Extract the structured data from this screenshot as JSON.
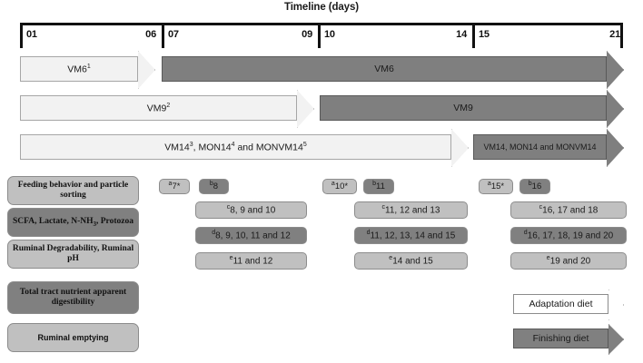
{
  "title": "Timeline (days)",
  "axis": {
    "segments": [
      {
        "start": "01",
        "end": "06"
      },
      {
        "start": "07",
        "end": "09"
      },
      {
        "start": "10",
        "end": "14"
      },
      {
        "start": "15",
        "end": "21"
      }
    ]
  },
  "diet_rows": [
    {
      "adaptation_label": "VM6",
      "adaptation_sup": "1",
      "finishing_label": "VM6",
      "finishing_sup": ""
    },
    {
      "adaptation_label": "VM9",
      "adaptation_sup": "2",
      "finishing_label": "VM9",
      "finishing_sup": ""
    },
    {
      "adaptation_prefix": "VM14",
      "adaptation_sup1": "3",
      "adaptation_mid": ", MON14",
      "adaptation_sup2": "4",
      "adaptation_mid2": " and MONVM14",
      "adaptation_sup3": "5",
      "finishing_label": "VM14, MON14 and MONVM14"
    }
  ],
  "measurements": [
    {
      "label": "Feeding behavior and particle sorting",
      "shade": "light",
      "font": "serif"
    },
    {
      "label_pre": "SCFA, Lactate, N-NH",
      "label_sub": "3",
      "label_post": ", Protozoa",
      "shade": "dark",
      "font": "serif"
    },
    {
      "label": "Ruminal Degradability, Ruminal pH",
      "shade": "light",
      "font": "serif"
    },
    {
      "label": "Total tract nutrient apparent digestibility",
      "shade": "dark",
      "font": "serif"
    },
    {
      "label": "Ruminal emptying",
      "shade": "light",
      "font": "sans"
    }
  ],
  "day_pills": {
    "period1": {
      "a": {
        "sup": "a",
        "text": "7*",
        "shade": "light"
      },
      "b": {
        "sup": "b",
        "text": "8",
        "shade": "dark"
      },
      "c": {
        "sup": "c",
        "text": "8, 9 and 10",
        "shade": "light"
      },
      "d": {
        "sup": "d",
        "text": "8, 9, 10, 11 and 12",
        "shade": "dark"
      },
      "e": {
        "sup": "e",
        "text": "11 and 12",
        "shade": "light"
      }
    },
    "period2": {
      "a": {
        "sup": "a",
        "text": "10*",
        "shade": "light"
      },
      "b": {
        "sup": "b",
        "text": "11",
        "shade": "dark"
      },
      "c": {
        "sup": "c",
        "text": "11, 12 and 13",
        "shade": "light"
      },
      "d": {
        "sup": "d",
        "text": "11, 12, 13, 14 and 15",
        "shade": "dark"
      },
      "e": {
        "sup": "e",
        "text": "14 and 15",
        "shade": "light"
      }
    },
    "period3": {
      "a": {
        "sup": "a",
        "text": "15*",
        "shade": "light"
      },
      "b": {
        "sup": "b",
        "text": "16",
        "shade": "dark"
      },
      "c": {
        "sup": "c",
        "text": "16, 17 and 18",
        "shade": "light"
      },
      "d": {
        "sup": "d",
        "text": "16, 17, 18, 19 and 20",
        "shade": "dark"
      },
      "e": {
        "sup": "e",
        "text": "19 and 20",
        "shade": "light"
      }
    }
  },
  "legend": {
    "adaptation": "Adaptation diet",
    "finishing": "Finishing diet"
  },
  "colors": {
    "dark_fill": "#7f7f7f",
    "light_fill": "#f2f2f2",
    "pill_light": "#c0c0c0",
    "pill_dark": "#808080",
    "axis": "#111111"
  }
}
